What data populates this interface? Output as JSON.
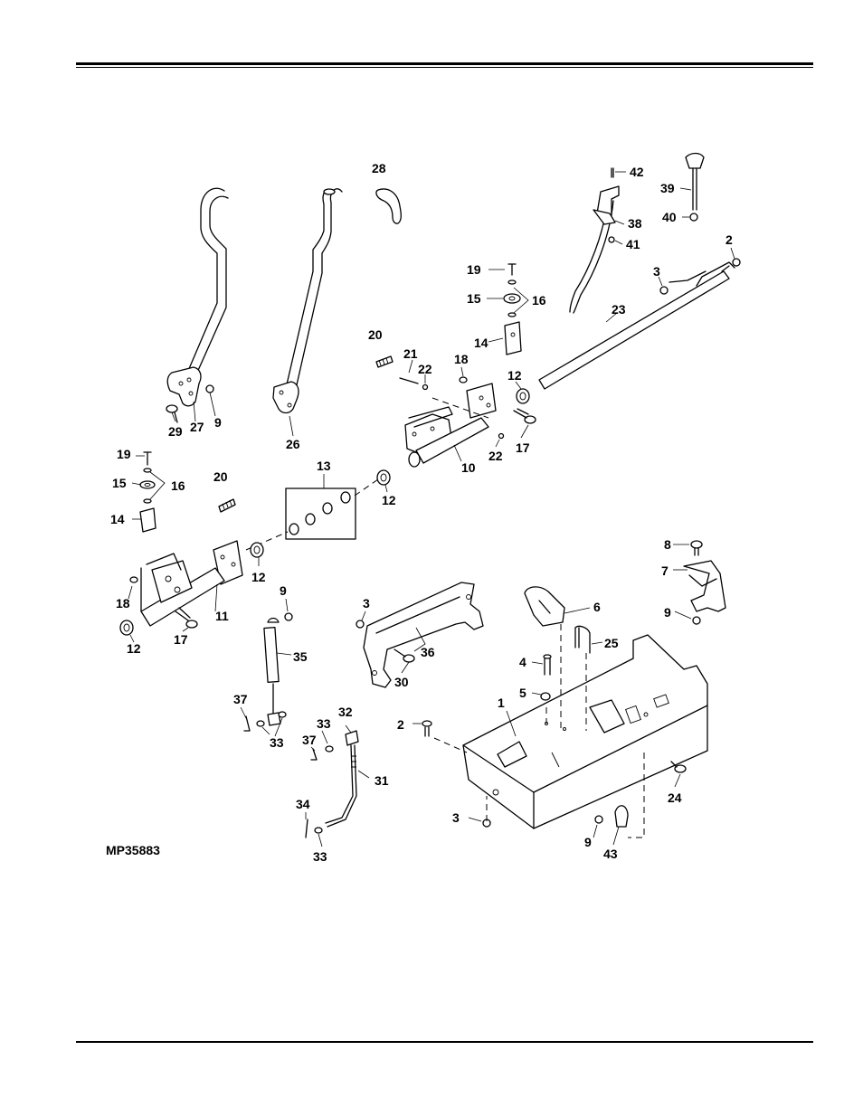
{
  "figure": {
    "reference": "MP35883",
    "callouts": [
      {
        "id": "c42",
        "text": "42"
      },
      {
        "id": "c39",
        "text": "39"
      },
      {
        "id": "c38",
        "text": "38"
      },
      {
        "id": "c40",
        "text": "40"
      },
      {
        "id": "c41",
        "text": "41"
      },
      {
        "id": "c2a",
        "text": "2"
      },
      {
        "id": "c3a",
        "text": "3"
      },
      {
        "id": "c28",
        "text": "28"
      },
      {
        "id": "c19a",
        "text": "19"
      },
      {
        "id": "c15a",
        "text": "15"
      },
      {
        "id": "c16a",
        "text": "16"
      },
      {
        "id": "c23",
        "text": "23"
      },
      {
        "id": "c14a",
        "text": "14"
      },
      {
        "id": "c20a",
        "text": "20"
      },
      {
        "id": "c21",
        "text": "21"
      },
      {
        "id": "c22a",
        "text": "22"
      },
      {
        "id": "c18a",
        "text": "18"
      },
      {
        "id": "c12a",
        "text": "12"
      },
      {
        "id": "c29",
        "text": "29"
      },
      {
        "id": "c27",
        "text": "27"
      },
      {
        "id": "c9a",
        "text": "9"
      },
      {
        "id": "c26",
        "text": "26"
      },
      {
        "id": "c17a",
        "text": "17"
      },
      {
        "id": "c22b",
        "text": "22"
      },
      {
        "id": "c10",
        "text": "10"
      },
      {
        "id": "c19b",
        "text": "19"
      },
      {
        "id": "c15b",
        "text": "15"
      },
      {
        "id": "c16b",
        "text": "16"
      },
      {
        "id": "c20b",
        "text": "20"
      },
      {
        "id": "c13",
        "text": "13"
      },
      {
        "id": "c12b",
        "text": "12"
      },
      {
        "id": "c14b",
        "text": "14"
      },
      {
        "id": "c12c",
        "text": "12"
      },
      {
        "id": "c8",
        "text": "8"
      },
      {
        "id": "c7",
        "text": "7"
      },
      {
        "id": "c9b",
        "text": "9"
      },
      {
        "id": "c18b",
        "text": "18"
      },
      {
        "id": "c11",
        "text": "11"
      },
      {
        "id": "c17b",
        "text": "17"
      },
      {
        "id": "c12d",
        "text": "12"
      },
      {
        "id": "c9c",
        "text": "9"
      },
      {
        "id": "c3b",
        "text": "3"
      },
      {
        "id": "c6",
        "text": "6"
      },
      {
        "id": "c25",
        "text": "25"
      },
      {
        "id": "c35",
        "text": "35"
      },
      {
        "id": "c36",
        "text": "36"
      },
      {
        "id": "c30",
        "text": "30"
      },
      {
        "id": "c4",
        "text": "4"
      },
      {
        "id": "c5",
        "text": "5"
      },
      {
        "id": "c37a",
        "text": "37"
      },
      {
        "id": "c1",
        "text": "1"
      },
      {
        "id": "c32",
        "text": "32"
      },
      {
        "id": "c33a",
        "text": "33"
      },
      {
        "id": "c2b",
        "text": "2"
      },
      {
        "id": "c37b",
        "text": "37"
      },
      {
        "id": "c33b",
        "text": "33"
      },
      {
        "id": "c31",
        "text": "31"
      },
      {
        "id": "c24",
        "text": "24"
      },
      {
        "id": "c34",
        "text": "34"
      },
      {
        "id": "c3c",
        "text": "3"
      },
      {
        "id": "c9d",
        "text": "9"
      },
      {
        "id": "c43",
        "text": "43"
      },
      {
        "id": "c33c",
        "text": "33"
      }
    ]
  }
}
